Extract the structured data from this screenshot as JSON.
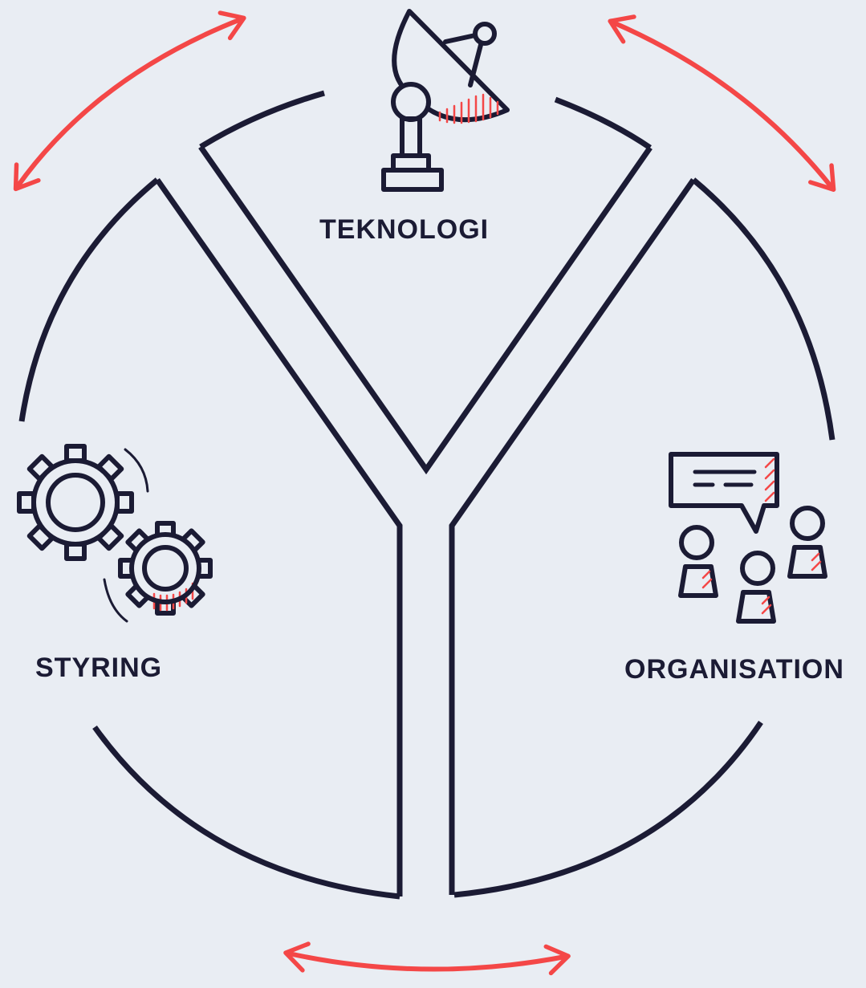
{
  "labels": {
    "teknologi": "TEKNOLOGI",
    "styring": "STYRING",
    "organisation": "ORGANISATION"
  },
  "icons": {
    "teknologi": "satellite-dish-icon",
    "styring": "gears-icon",
    "organisation": "people-discussion-icon"
  },
  "colors": {
    "background": "#e9edf3",
    "outline": "#1b1b34",
    "accent": "#f44747"
  }
}
